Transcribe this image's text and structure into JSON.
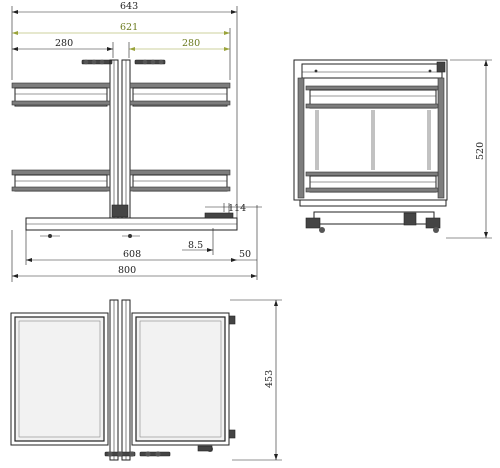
{
  "front_view": {
    "dim_overall_top": "643",
    "dim_inner": "621",
    "dim_left_basket": "280",
    "dim_right_basket": "280",
    "dim_small_gap": "114",
    "dim_offset": "8.5",
    "dim_base": "608",
    "dim_side": "50",
    "dim_total": "800"
  },
  "side_view": {
    "dim_height": "520"
  },
  "top_view": {
    "dim_depth": "453"
  }
}
